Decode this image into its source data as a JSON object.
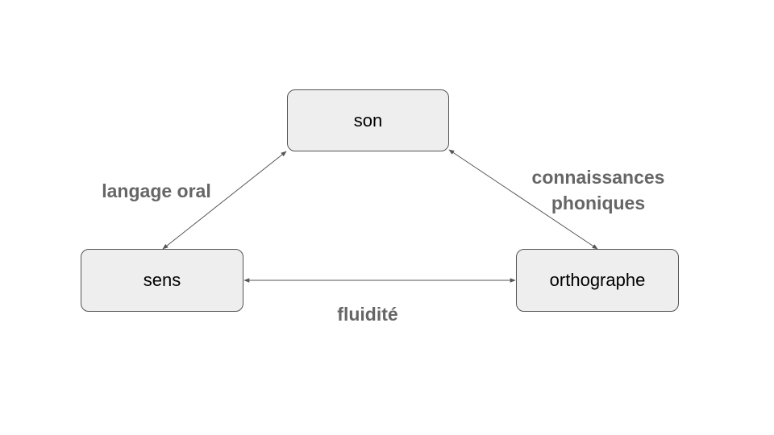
{
  "nodes": {
    "top": "son",
    "left": "sens",
    "right": "orthographe"
  },
  "edge_labels": {
    "left_edge": "langage oral",
    "right_edge_line1": "connaissances",
    "right_edge_line2": "phoniques",
    "bottom_edge": "fluidité"
  },
  "colors": {
    "node_fill": "#eeeeee",
    "node_border": "#555555",
    "label_text": "#666666",
    "arrow": "#555555"
  }
}
